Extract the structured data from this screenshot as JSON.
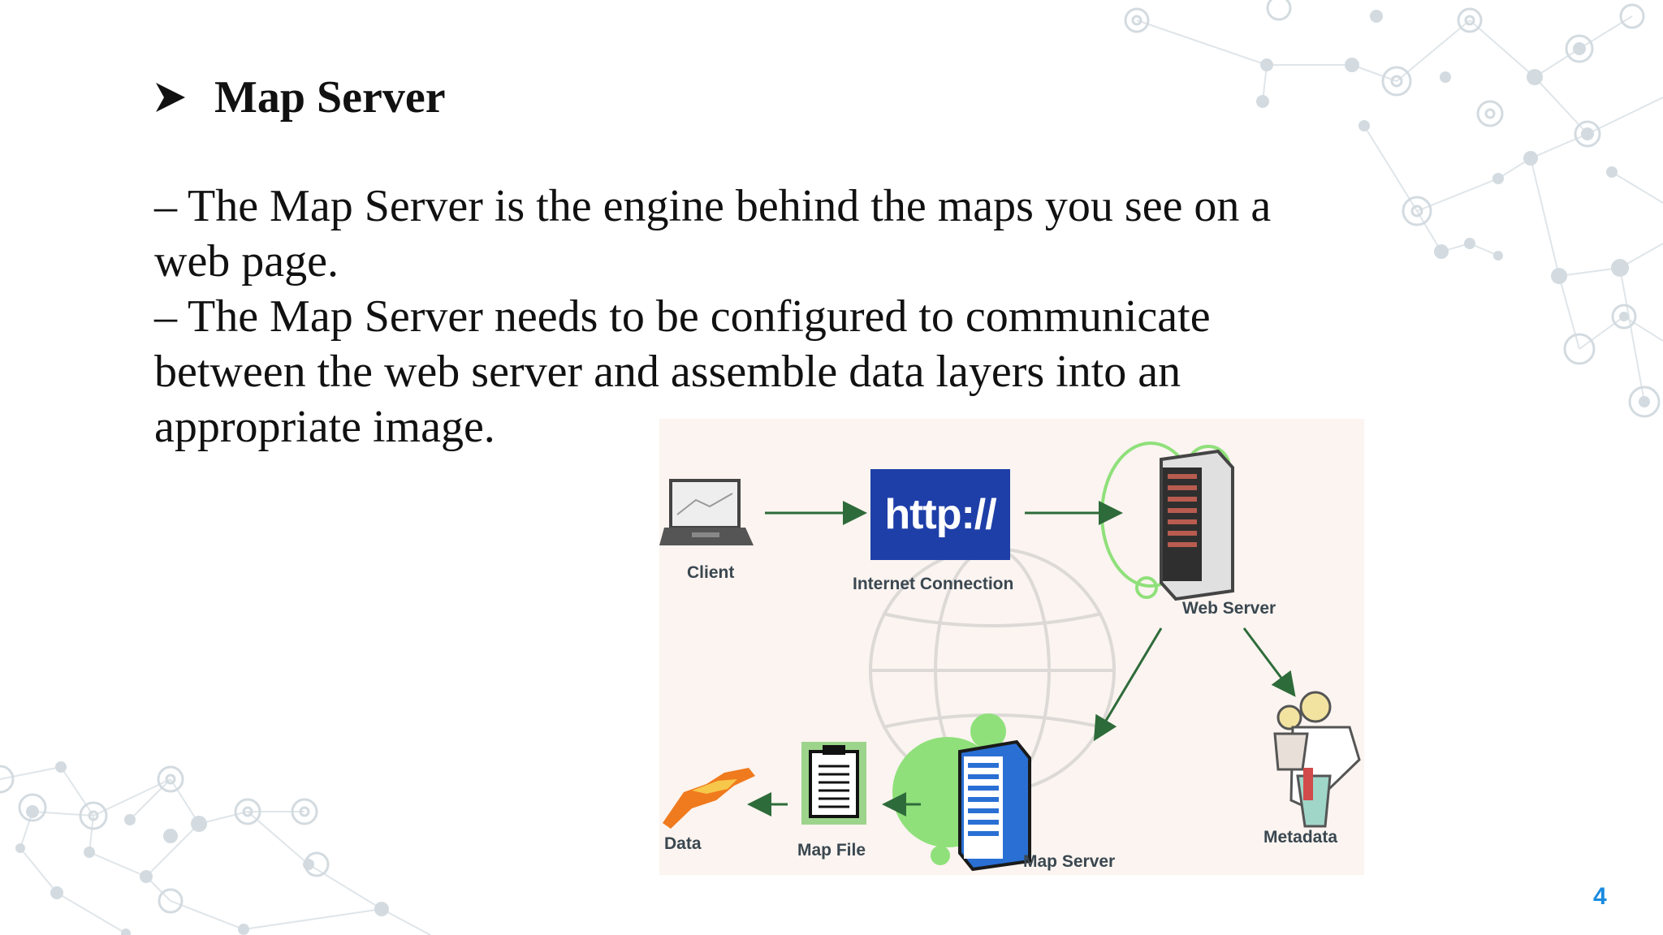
{
  "slide": {
    "heading": "Map Server",
    "paragraphs": [
      "– The Map Server is the engine behind the maps you see on a web page.",
      "– The Map Server needs to be configured to communicate between the web server and assemble data layers into an appropriate image."
    ],
    "page_number": "4"
  },
  "diagram": {
    "http_text": "http://",
    "labels": {
      "client": "Client",
      "internet": "Internet Connection",
      "web_server": "Web Server",
      "metadata": "Metadata",
      "map_server": "Map Server",
      "map_file": "Map File",
      "data": "Data"
    }
  },
  "colors": {
    "page_number": "#1a8be0",
    "http_box": "#1f3fa8",
    "arrow": "#2e6b3a",
    "glow": "#8fe07a",
    "network": "#d6dde2"
  }
}
